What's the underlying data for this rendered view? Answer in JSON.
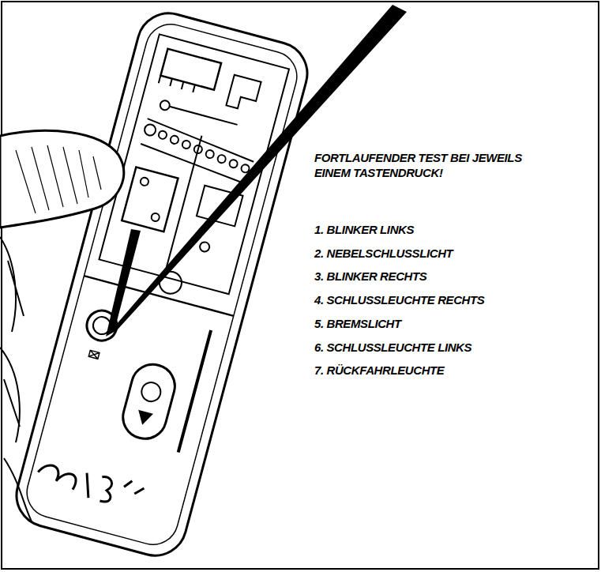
{
  "diagram": {
    "labels": [
      "FORTLAUFENDER TEST BEI JEWEILS EINEM TASTENDRUCK!",
      "1. BLINKER LINKS",
      "2. NEBELSCHLUSSLICHT",
      "3. BLINKER RECHTS",
      "4. SCHLUSSLEUCHTE RECHTS",
      "5. BREMSLICHT",
      "6. SCHLUSSLEUCHTE LINKS",
      "7. RÜCKFAHRLEUCHTE"
    ]
  }
}
